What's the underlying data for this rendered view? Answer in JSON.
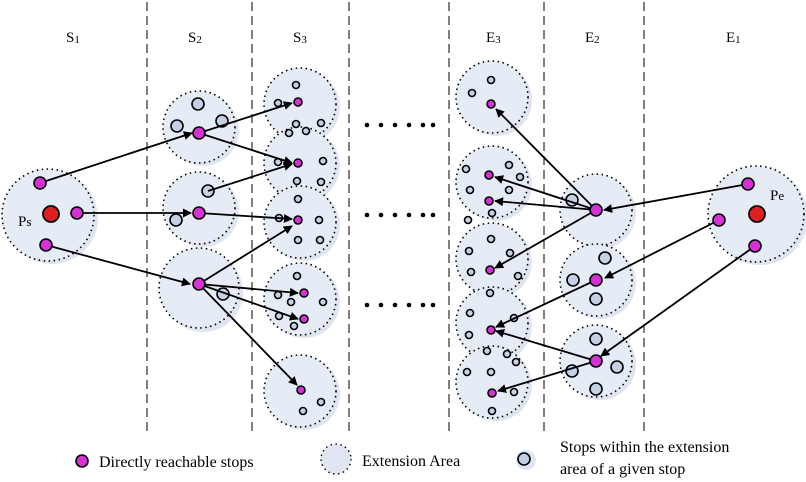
{
  "columns": {
    "s1": {
      "main": "S",
      "sub": "1"
    },
    "s2": {
      "main": "S",
      "sub": "2"
    },
    "s3": {
      "main": "S",
      "sub": "3"
    },
    "e3": {
      "main": "E",
      "sub": "3"
    },
    "e2": {
      "main": "E",
      "sub": "2"
    },
    "e1": {
      "main": "E",
      "sub": "1"
    }
  },
  "nodes": {
    "start": {
      "main": "P",
      "sub": "s"
    },
    "end": {
      "main": "P",
      "sub": "e"
    }
  },
  "legend": {
    "reachable": "Directly reachable stops",
    "extension_area": "Extension Area",
    "stops_within_line1": "Stops within the extension",
    "stops_within_line2": "area of a given stop"
  },
  "colors": {
    "reachable_fill": "#d630d6",
    "terminal_fill": "#e02020",
    "area_fill": "#e1e9f4",
    "stop_fill": "#c4d0e4",
    "stroke": "#000000"
  }
}
